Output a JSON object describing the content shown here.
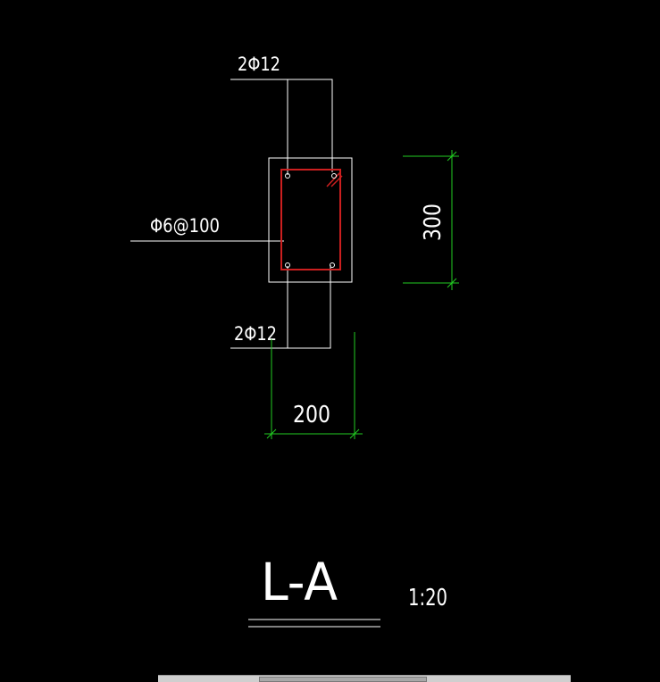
{
  "drawing": {
    "background_color": "#000000",
    "line_color": "#ffffff",
    "rebar_color": "#cc1f1f",
    "dimension_color": "#22cc22",
    "labels": {
      "top_bars": "2Φ12",
      "stirrups": "Φ6@100",
      "bottom_bars": "2Φ12"
    },
    "dimensions": {
      "height": "300",
      "width": "200"
    },
    "title": {
      "section_name": "L-A",
      "scale": "1:20"
    }
  }
}
